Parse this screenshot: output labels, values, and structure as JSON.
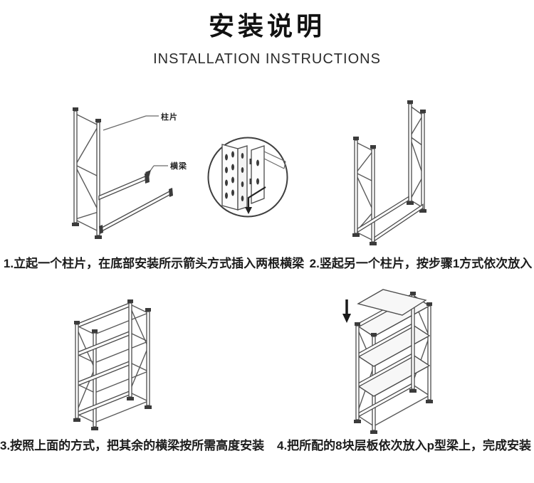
{
  "header": {
    "title": "安装说明",
    "subtitle": "INSTALLATION INSTRUCTIONS"
  },
  "illustration_labels": {
    "column_piece": "柱片",
    "beam": "横梁"
  },
  "steps": [
    {
      "id": 1,
      "caption": "1.立起一个柱片，在底部安装所示箭头方式插入两根横梁"
    },
    {
      "id": 2,
      "caption": "2.竖起另一个柱片，按步骤1方式依次放入"
    },
    {
      "id": 3,
      "caption": "3.按照上面的方式，把其余的横梁按所需高度安装"
    },
    {
      "id": 4,
      "caption": "4.把所配的8块层板依次放入p型梁上，完成安装"
    }
  ],
  "colors": {
    "background": "#ffffff",
    "line_art": "#4a4a4a",
    "text": "#1c1c1c"
  }
}
